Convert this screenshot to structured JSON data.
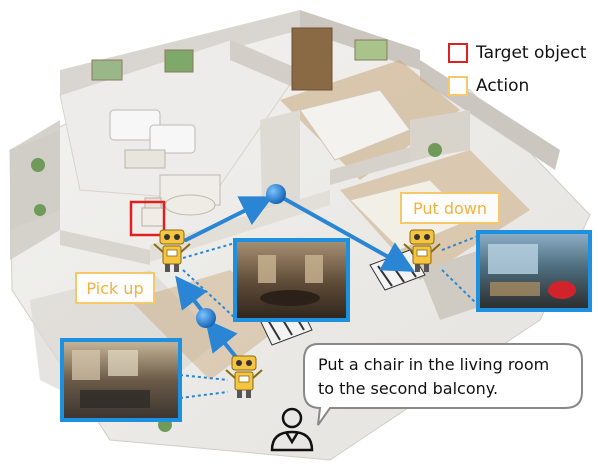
{
  "legend": {
    "target_label": "Target object",
    "action_label": "Action",
    "target_color": "#e02020",
    "action_color": "#f5c96a"
  },
  "actions": {
    "pick_up": "Pick up",
    "put_down": "Put down"
  },
  "instruction": {
    "line1": "Put a chair in the living room",
    "line2": "to the second balcony."
  },
  "colors": {
    "path_blue": "#2a86d4",
    "photo_border": "#1e90e0",
    "robot_yellow": "#f5c542",
    "target_red": "#e02020"
  },
  "icons": {
    "robot": "robot-icon",
    "user": "user-icon",
    "waypoint": "waypoint-node"
  }
}
